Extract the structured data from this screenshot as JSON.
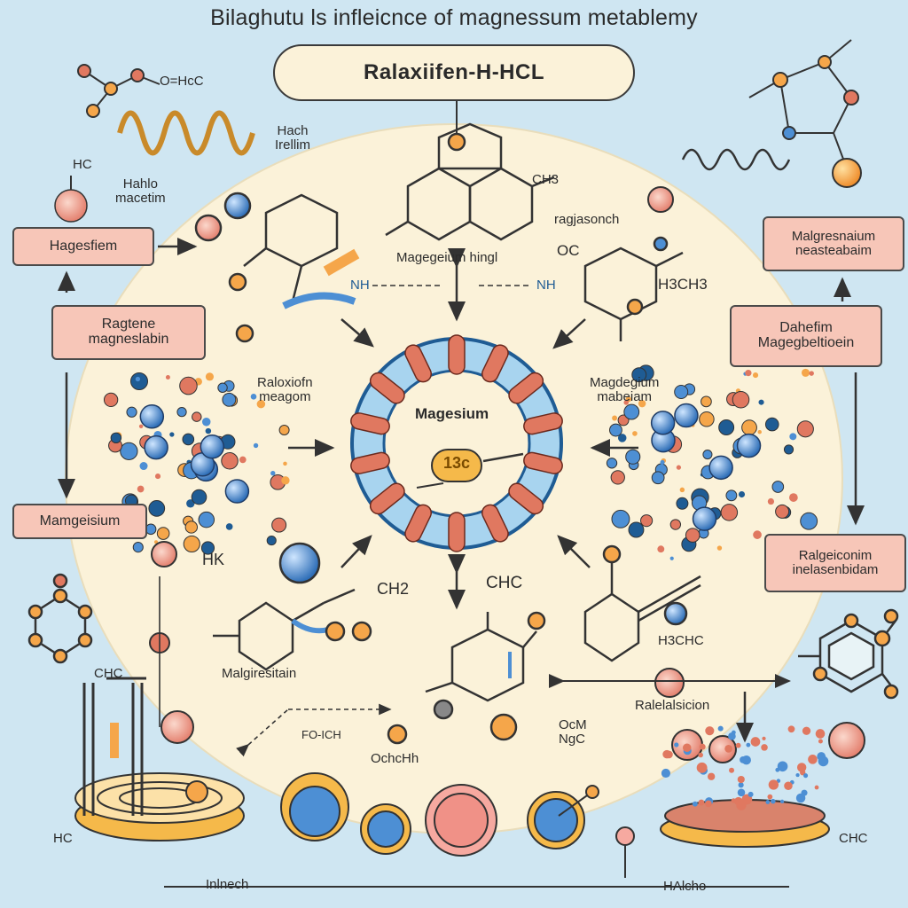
{
  "heading": "Bilaghutu ls infleicnce of magnessum metablemy",
  "title": "Ralaxiifen-H-HCL",
  "center_label": "Magesium",
  "center_badge": "13c",
  "boxes": {
    "left_top": "Hagesfiem",
    "left_mid": [
      "Ragtene",
      "magneslabin"
    ],
    "left_bottom": "Mamgeisium",
    "right_top": [
      "Malgresnaium",
      "neasteabaim"
    ],
    "right_mid": [
      "Dahefim",
      "Magegbeltioein"
    ],
    "right_bottom": [
      "Ralgeiconim",
      "inelasenbidam"
    ]
  },
  "labels": {
    "hach_irellim": [
      "Hach",
      "Irellim"
    ],
    "hahlo_macetim": [
      "Hahlo",
      "macetim"
    ],
    "ragjasonch": "ragjasonch",
    "mag_hingl": "Magegeium hingl",
    "raloxiofn": [
      "Raloxiofn",
      "meagom"
    ],
    "magdegium": [
      "Magdegium",
      "mabeiam"
    ],
    "malgiresitain": "Malgiresitain",
    "ralelalsicion": "Ralelalsicion",
    "inlnech": "Inlnech",
    "halch": "HAlcho",
    "fo_ich": "FO-ICH",
    "ochchh": "OchcHh",
    "nh_left": "NH",
    "nh_right": "NH",
    "o_ho": "O=HcC",
    "hc_top": "HC",
    "ch3_top": "CH3",
    "oc_right": "OC",
    "h3ch3": "H3CH3",
    "hk_left": "HK",
    "ch2_center": "CH2",
    "chc_center": "CHC",
    "chc_left": "CHC",
    "hc_bottom": "HC",
    "chc_bottom": "CHC",
    "ocm_ngc": [
      "OcM",
      "NgC"
    ],
    "hhc_right": "H3CHC"
  },
  "colors": {
    "background": "#cfe6f2",
    "center_disc": "#fbf2d9",
    "box_fill": "#f7c6b8",
    "ring_fill": "#a8d4ef",
    "ring_stroke": "#1f5c94",
    "cell_red": "#e07860",
    "atom_orange": "#f5a64a",
    "atom_blue": "#4d8fd4",
    "pill_fill": "#fbf2d9"
  },
  "icons": [
    "molecule-icon",
    "helix-icon",
    "atom-icon",
    "ring-icon",
    "crystal-dish-icon",
    "test-tube-icon"
  ]
}
